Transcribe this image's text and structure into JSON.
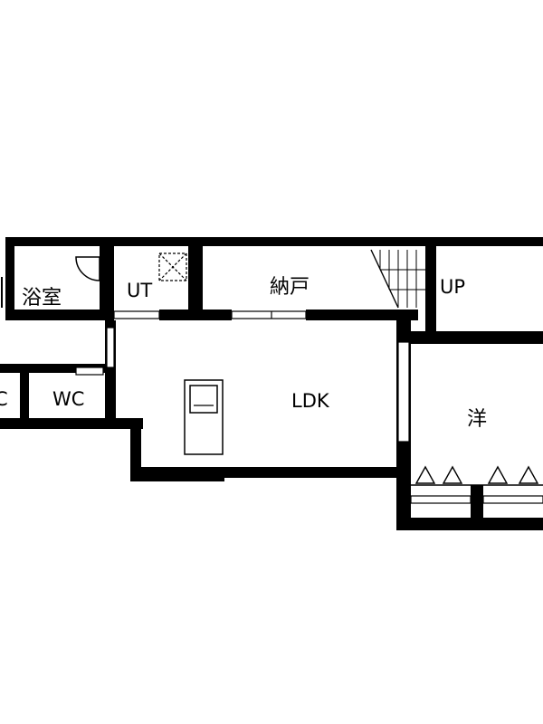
{
  "rooms": {
    "bath": "浴室",
    "utility": "UT",
    "storage": "納戸",
    "stairs": "UP",
    "wc_left": "C",
    "wc": "WC",
    "ldk": "LDK",
    "western": "洋"
  },
  "colors": {
    "wall": "#000000",
    "background": "#ffffff"
  }
}
